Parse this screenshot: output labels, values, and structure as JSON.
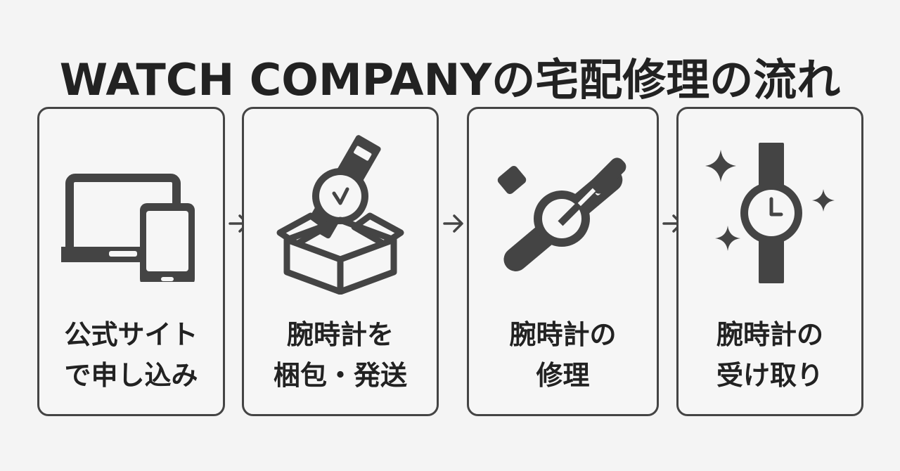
{
  "title": "WATCH COMPANYの宅配修理の流れ",
  "colors": {
    "background": "#f4f4f4",
    "ink": "#444444",
    "text": "#222222"
  },
  "steps": [
    {
      "icon": "laptop-smartphone-icon",
      "label_line1": "公式サイト",
      "label_line2": "で申し込み"
    },
    {
      "icon": "watch-in-box-icon",
      "label_line1": "腕時計を",
      "label_line2": "梱包・発送"
    },
    {
      "icon": "watch-screwdriver-icon",
      "label_line1": "腕時計の",
      "label_line2": "修理"
    },
    {
      "icon": "sparkling-watch-icon",
      "label_line1": "腕時計の",
      "label_line2": "受け取り"
    }
  ]
}
